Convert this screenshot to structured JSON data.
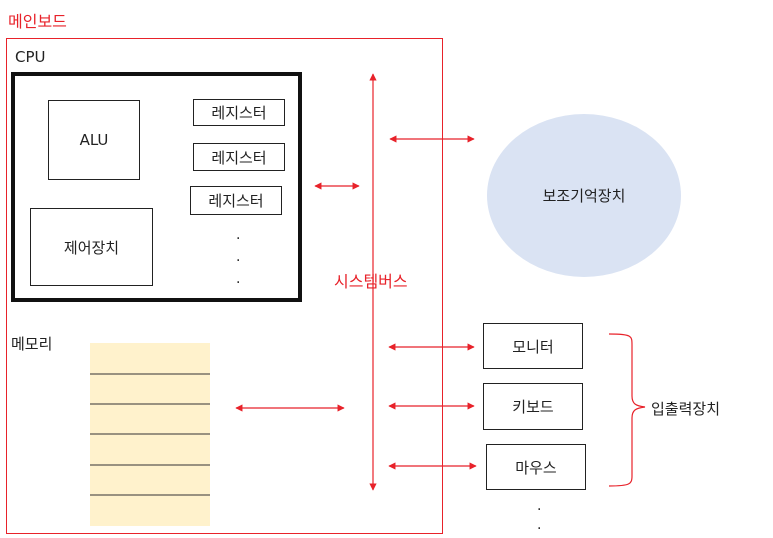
{
  "mainboard_label": "메인보드",
  "cpu_label": "CPU",
  "alu_label": "ALU",
  "control_unit_label": "제어장치",
  "registers": [
    "레지스터",
    "레지스터",
    "레지스터"
  ],
  "memory_label": "메모리",
  "system_bus_label": "시스템버스",
  "secondary_storage_label": "보조기억장치",
  "io_devices": [
    "모니터",
    "키보드",
    "마우스"
  ],
  "io_group_label": "입출력장치",
  "ellipsis_dot": ".",
  "colors": {
    "accent_red": "#e8222a",
    "storage_fill": "#dae3f3",
    "memory_fill": "#fff2cc"
  }
}
